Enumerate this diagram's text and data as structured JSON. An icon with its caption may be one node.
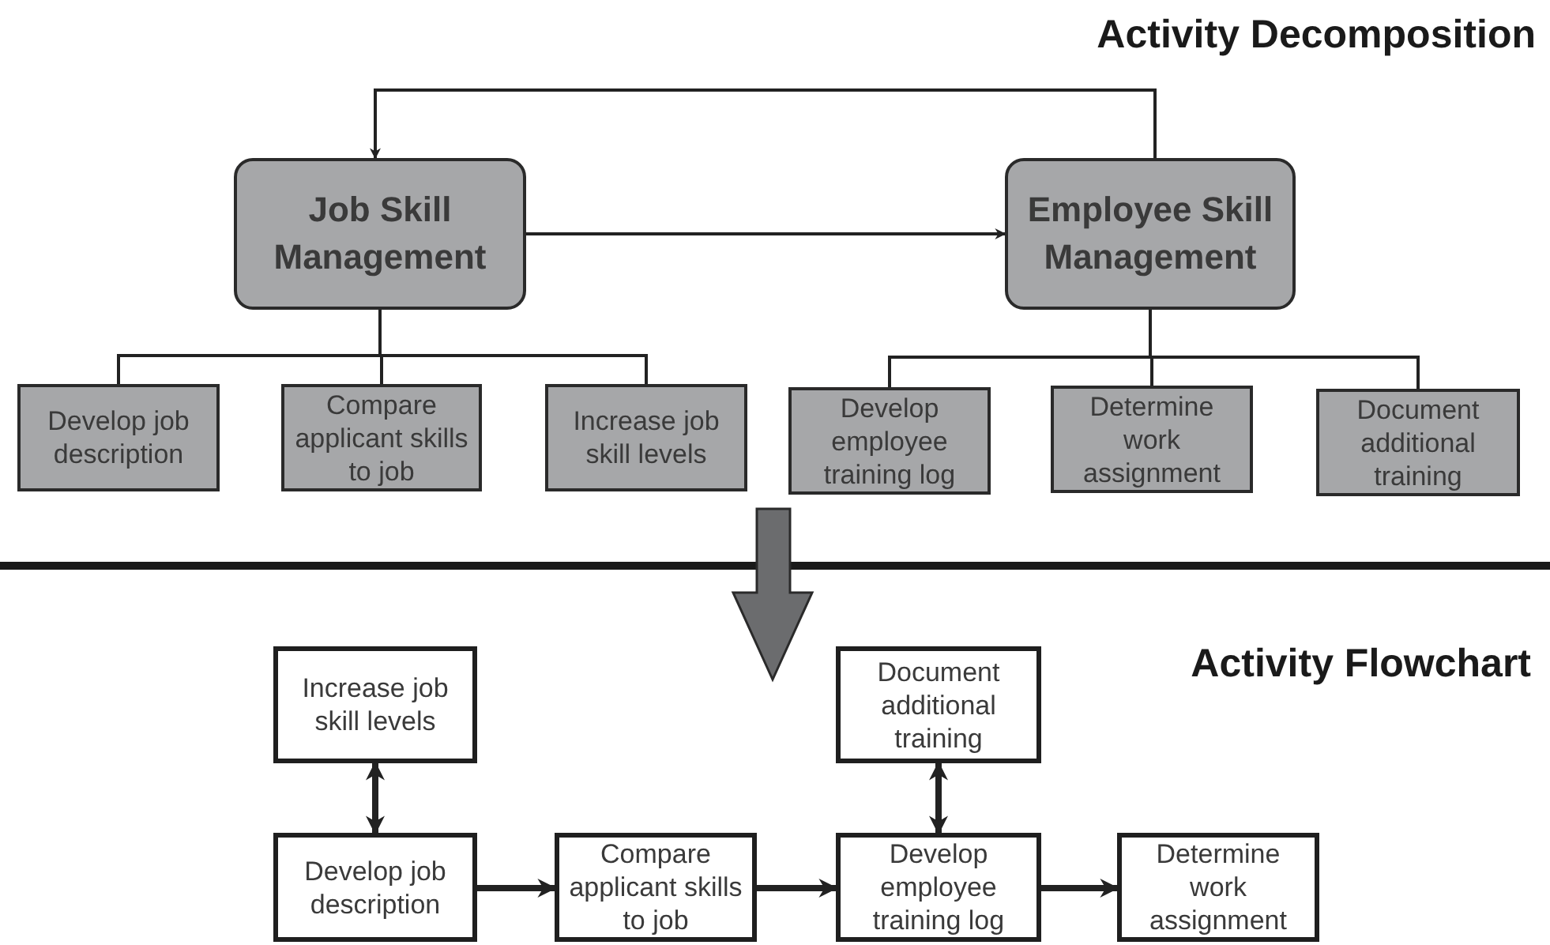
{
  "diagram": {
    "nodes": [
      {
        "text": [
          "Job Skill Management"
        ]
      },
      {
        "text": [
          "Employee Skill Management"
        ]
      },
      {
        "text": [
          "Develop job description"
        ]
      },
      {
        "text": [
          "Compare applicant skills to job"
        ]
      },
      {
        "text": [
          "Increase job skill levels"
        ]
      },
      {
        "text": [
          "Develop employee training log"
        ]
      },
      {
        "text": [
          "Determine work assignment"
        ]
      },
      {
        "text": [
          "Document additional training"
        ]
      },
      {
        "text": [
          "Increase job skill levels"
        ]
      },
      {
        "text": [
          "Document additional training"
        ]
      },
      {
        "text": [
          "Develop job description"
        ]
      },
      {
        "text": [
          "Compare applicant skills to job"
        ]
      },
      {
        "text": [
          "Develop employee training log"
        ]
      },
      {
        "text": [
          "Determine work assignment"
        ]
      }
    ],
    "edges": [
      {
        "from": 1,
        "to": 0,
        "arrow": "to"
      },
      {
        "from": 0,
        "to": 1,
        "arrow": "to"
      },
      {
        "from": 0,
        "to": 2,
        "arrow": "none"
      },
      {
        "from": 0,
        "to": 3,
        "arrow": "none"
      },
      {
        "from": 0,
        "to": 4,
        "arrow": "none"
      },
      {
        "from": 1,
        "to": 5,
        "arrow": "none"
      },
      {
        "from": 1,
        "to": 6,
        "arrow": "none"
      },
      {
        "from": 1,
        "to": 7,
        "arrow": "none"
      },
      {
        "from": 8,
        "to": 10,
        "arrow": "both",
        "style": "thick"
      },
      {
        "from": 9,
        "to": 12,
        "arrow": "both",
        "style": "thick"
      },
      {
        "from": 10,
        "to": 11,
        "arrow": "to",
        "style": "thick"
      },
      {
        "from": 11,
        "to": 12,
        "arrow": "to",
        "style": "thick"
      },
      {
        "from": 12,
        "to": 13,
        "arrow": "to",
        "style": "thick"
      }
    ],
    "labels": [
      "Activity Decomposition",
      "Activity Flowchart"
    ]
  }
}
